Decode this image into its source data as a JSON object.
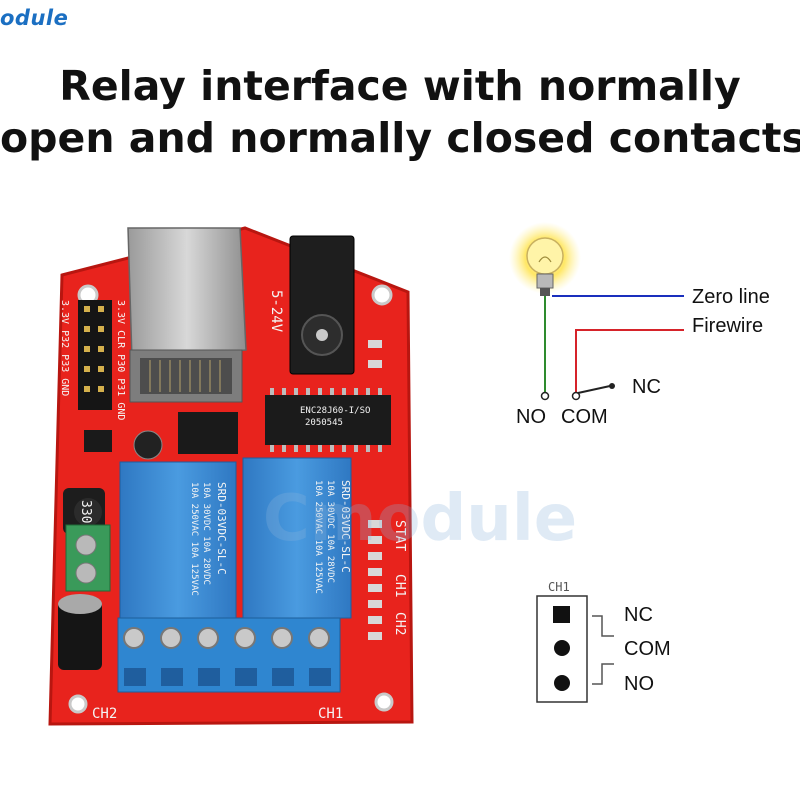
{
  "brand": {
    "text": "odule",
    "color": "#1b6fc2"
  },
  "title": {
    "line1": "Relay interface with normally",
    "line2": "open and normally closed contacts"
  },
  "watermark": {
    "text": "Cmodule"
  },
  "wiring_diagram": {
    "zero_line_label": "Zero line",
    "firewire_label": "Firewire",
    "nc_label": "NC",
    "no_label": "NO",
    "com_label": "COM",
    "zero_line_color": "#1a2fbd",
    "firewire_color": "#d6232a",
    "no_wire_color": "#2e8b2e"
  },
  "jumper_diagram": {
    "header_label": "CH1",
    "pins": [
      "NC",
      "COM",
      "NO"
    ]
  },
  "board": {
    "pcb_color": "#e8231d",
    "relay_color": "#3f8fd6",
    "terminal_color": "#2f86d0",
    "labels": {
      "left_header": "3.3V P32 P33 GND",
      "left_header_2": "3.3V CLR P30 P31 GND",
      "power": "5-24V",
      "chip": "ENC28J60-I/SO",
      "chip_code": "2050545",
      "relay_line1": "10A 250VAC  10A 125VAC",
      "relay_line2": "10A 30VDC  10A 28VDC",
      "relay_model": "SRD-03VDC-SL-C",
      "stat": "STAT",
      "ch1_side": "CH1",
      "ch2_side": "CH2",
      "ch1_bottom": "CH1",
      "ch2_bottom": "CH2",
      "inductor": "330"
    }
  }
}
